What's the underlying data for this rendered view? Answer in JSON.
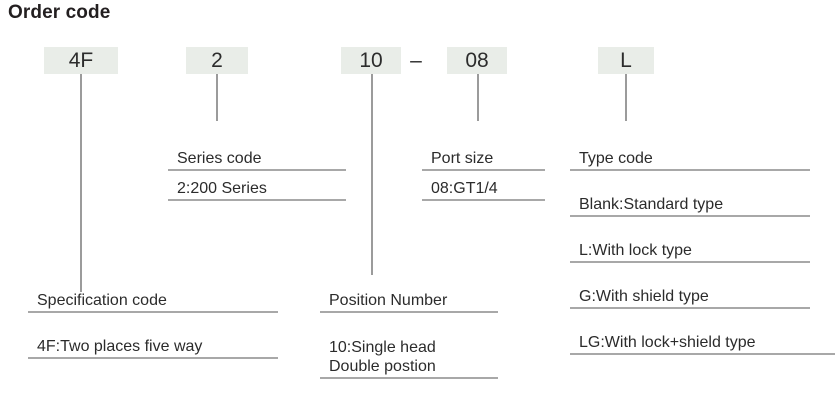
{
  "page": {
    "title": "Order code",
    "accent_highlight": "#e9ede8",
    "rule_color": "#a8a8a8",
    "connector_color": "#9b9b9b",
    "text_color": "#231f20"
  },
  "code_tokens": [
    {
      "name": "specification",
      "value": "4F"
    },
    {
      "name": "series",
      "value": "2"
    },
    {
      "name": "position",
      "value": "10"
    },
    {
      "name": "separator",
      "value": "–"
    },
    {
      "name": "port",
      "value": "08"
    },
    {
      "name": "type",
      "value": "L"
    }
  ],
  "blocks": {
    "series_code": {
      "heading": "Series code",
      "options": [
        "2:200 Series"
      ]
    },
    "port_size": {
      "heading": "Port size",
      "options": [
        "08:GT1/4"
      ]
    },
    "type_code": {
      "heading": "Type code",
      "options": [
        "Blank:Standard type",
        "L:With lock type",
        "G:With shield type",
        "LG:With lock+shield type"
      ]
    },
    "specification_code": {
      "heading": "Specification code",
      "options": [
        "4F:Two places five way"
      ]
    },
    "position_number": {
      "heading": "Position Number",
      "options_line1": "10:Single head",
      "options_line2": "Double postion"
    }
  }
}
